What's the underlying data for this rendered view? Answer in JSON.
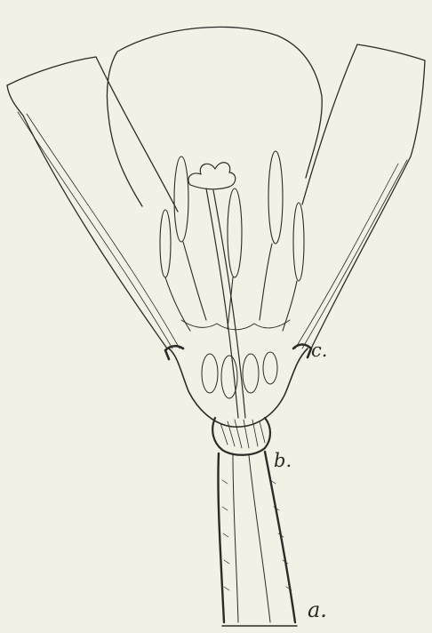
{
  "figure": {
    "labels": {
      "a": "a.",
      "b": "b.",
      "c": "c."
    },
    "ink_color": "#2b2b27",
    "paper_color": "#f2f1e6"
  }
}
